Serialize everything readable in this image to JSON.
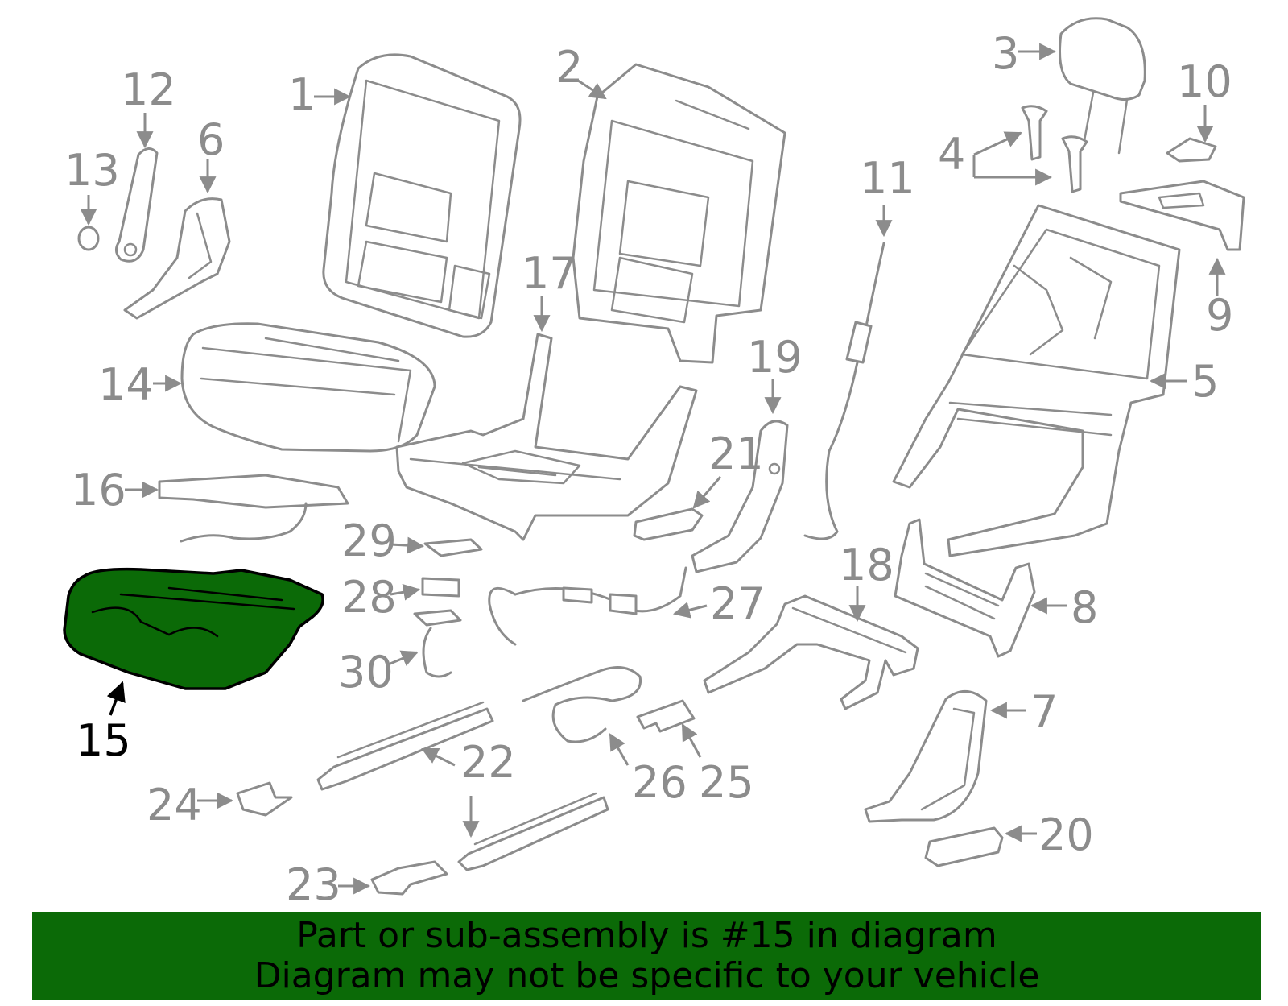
{
  "diagram": {
    "highlight_color": "#0b6a07",
    "outline_color": "#8c8c8c",
    "highlighted_part": "15",
    "callouts": [
      "1",
      "2",
      "3",
      "4",
      "5",
      "6",
      "7",
      "8",
      "9",
      "10",
      "11",
      "12",
      "13",
      "14",
      "15",
      "16",
      "17",
      "18",
      "19",
      "20",
      "21",
      "22",
      "23",
      "24",
      "25",
      "26",
      "27",
      "28",
      "29",
      "30"
    ]
  },
  "banner": {
    "line1": "Part or sub-assembly is #15 in diagram",
    "line2": "Diagram may not be specific to your vehicle"
  }
}
